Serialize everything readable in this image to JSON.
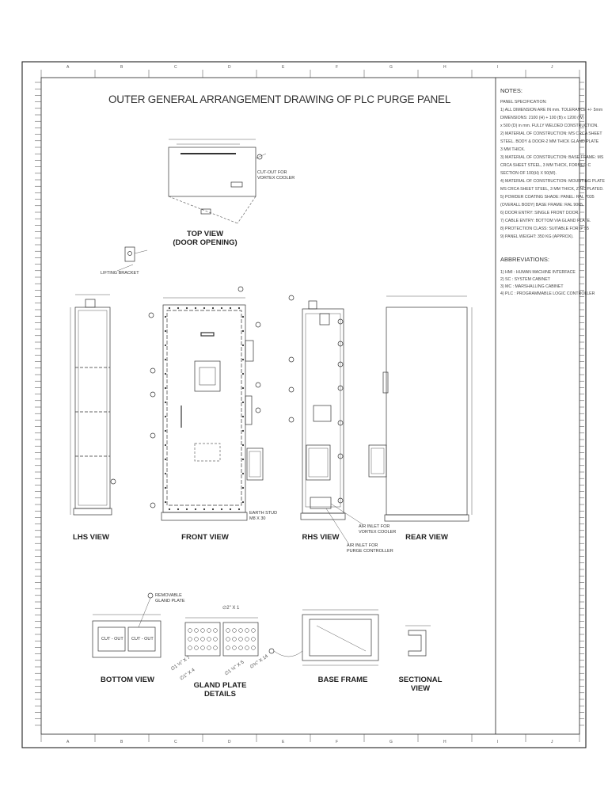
{
  "drawing": {
    "title": "OUTER GENERAL ARRANGEMENT DRAWING OF PLC PURGE PANEL"
  },
  "views": {
    "top": "TOP VIEW\n(DOOR OPENING)",
    "lhs": "LHS VIEW",
    "front": "FRONT VIEW",
    "rhs": "RHS VIEW",
    "rear": "REAR VIEW",
    "bottom": "BOTTOM VIEW",
    "gland": "GLAND PLATE\nDETAILS",
    "base": "BASE FRAME",
    "sectional": "SECTIONAL\nVIEW"
  },
  "callouts": {
    "cutout_vortex": "CUT-OUT FOR\nVORTEX COOLER",
    "lifting_bracket": "LIFTING BRACKET",
    "earth_stud": "EARTH STUD\nM8 X 30",
    "air_inlet_vortex": "AIR INLET FOR\nVORTEX COOLER",
    "air_inlet_purge": "AIR INLET FOR\nPURGE CONTROLLER",
    "removable_gland": "REMOVABLE\nGLAND PLATE",
    "cut_out": "CUT - OUT"
  },
  "gland_labels": {
    "d1x1": "∅2\" X 1",
    "d1x7": "∅1 ½\" X 7",
    "d1x4": "∅1\" X 4",
    "d1x5": "∅1 ½\" X 5",
    "d3x14": "∅¾\" X 14"
  },
  "notes": {
    "heading": "NOTES:",
    "lines": [
      "PANEL SPECIFICATION:",
      "1) ALL DIMENSION ARE IN mm. TOLERANCE +/- 5mm",
      "   DIMENSIONS: 2100 (H) + 100 (B) x 1200 (W)",
      "   x 500 (D) in mm. FULLY WELDED CONSTRUCTION.",
      "2) MATERIAL OF CONSTRUCTION: MS CRCA SHEET",
      "   STEEL. BODY & DOOR-2 MM THICK GLAND PLATE",
      "   3 MM THICK.",
      "3) MATERIAL OF CONSTRUCTION: BASE FRAME: MS",
      "   CRCA SHEET STEEL, 3 MM THICK, FORMED C",
      "   SECTION OF 100(H) X 50(W).",
      "4) MATERIAL OF CONSTRUCTION: MOUNTING PLATE",
      "   MS CRCA SHEET STEEL, 3 MM THICK, ZINC PLATED.",
      "5) POWDER COATING SHADE: PANEL: RAL 7035",
      "   (OVERALL BODY) BASE FRAME: RAL 9005.",
      "6) DOOR ENTRY: SINGLE FRONT DOOR.",
      "7) CABLE ENTRY: BOTTOM VIA GLAND PLATE.",
      "8) PROTECTION CLASS: SUITABLE FOR IP 55",
      "9) PANEL WEIGHT: 350 KG (APPROX)."
    ],
    "abbr_heading": "ABBREVIATIONS:",
    "abbr_lines": [
      "1) HMI : HUMAN MACHINE INTERFACE",
      "2) SC : SYSTEM CABINET",
      "3) MC : MARSHALLING CABINET",
      "4) PLC : PROGRAMMABLE LOGIC CONTROLLER"
    ]
  },
  "zones": {
    "columns": [
      "A",
      "B",
      "C",
      "D",
      "E",
      "F",
      "G",
      "H",
      "I",
      "J"
    ]
  },
  "colors": {
    "line": "#333333",
    "frame": "#222222",
    "dash": "#666666"
  }
}
